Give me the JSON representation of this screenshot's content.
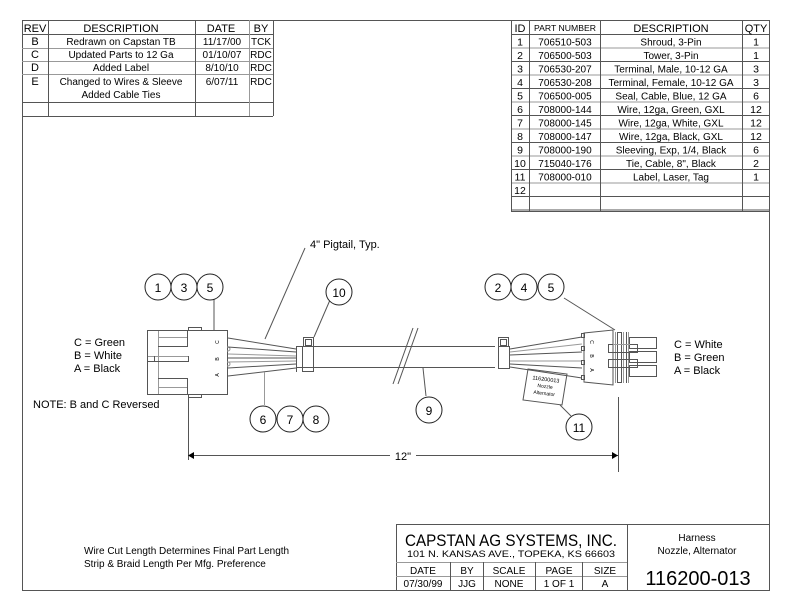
{
  "revision_table": {
    "headers": [
      "REV",
      "DESCRIPTION",
      "DATE",
      "BY"
    ],
    "rows": [
      {
        "rev": "B",
        "description": [
          "Redrawn on Capstan TB"
        ],
        "date": "11/17/00",
        "by": "TCK"
      },
      {
        "rev": "C",
        "description": [
          "Updated Parts to 12 Ga"
        ],
        "date": "01/10/07",
        "by": "RDC"
      },
      {
        "rev": "D",
        "description": [
          "Added Label"
        ],
        "date": "8/10/10",
        "by": "RDC"
      },
      {
        "rev": "E",
        "description": [
          "Changed to Wires & Sleeve",
          "Added Cable Ties"
        ],
        "date": "6/07/11",
        "by": "RDC"
      }
    ]
  },
  "bom_table": {
    "headers": [
      "ID",
      "PART NUMBER",
      "DESCRIPTION",
      "QTY"
    ],
    "rows": [
      {
        "id": "1",
        "part": "706510-503",
        "desc": "Shroud, 3-Pin",
        "qty": "1"
      },
      {
        "id": "2",
        "part": "706500-503",
        "desc": "Tower, 3-Pin",
        "qty": "1"
      },
      {
        "id": "3",
        "part": "706530-207",
        "desc": "Terminal, Male, 10-12 GA",
        "qty": "3"
      },
      {
        "id": "4",
        "part": "706530-208",
        "desc": "Terminal, Female, 10-12 GA",
        "qty": "3"
      },
      {
        "id": "5",
        "part": "706500-005",
        "desc": "Seal, Cable, Blue, 12 GA",
        "qty": "6"
      },
      {
        "id": "6",
        "part": "708000-144",
        "desc": "Wire, 12ga, Green, GXL",
        "qty": "12"
      },
      {
        "id": "7",
        "part": "708000-145",
        "desc": "Wire, 12ga, White, GXL",
        "qty": "12"
      },
      {
        "id": "8",
        "part": "708000-147",
        "desc": "Wire, 12ga, Black, GXL",
        "qty": "12"
      },
      {
        "id": "9",
        "part": "708000-190",
        "desc": "Sleeving, Exp, 1/4, Black",
        "qty": "6"
      },
      {
        "id": "10",
        "part": "715040-176",
        "desc": "Tie, Cable, 8\", Black",
        "qty": "2"
      },
      {
        "id": "11",
        "part": "708000-010",
        "desc": "Label, Laser, Tag",
        "qty": "1"
      },
      {
        "id": "12",
        "part": "",
        "desc": "",
        "qty": ""
      }
    ]
  },
  "drawing": {
    "pigtail_label": "4\" Pigtail, Typ.",
    "left_wire_legend": [
      "C = Green",
      "B = White",
      "A = Black"
    ],
    "right_wire_legend": [
      "C = White",
      "B = Green",
      "A = Black"
    ],
    "note": "NOTE: B and C Reversed",
    "dimension": "12\"",
    "pin_letters": [
      "C",
      "B",
      "A"
    ],
    "label_tag_lines": [
      "116200013",
      "Nozzle",
      "Alternator"
    ],
    "balloons": {
      "left_connector": [
        "1",
        "3",
        "5"
      ],
      "right_connector": [
        "2",
        "4",
        "5"
      ],
      "wires": [
        "6",
        "7",
        "8"
      ],
      "cable_tie": "10",
      "sleeve": "9",
      "label": "11"
    }
  },
  "notes": [
    "Wire Cut Length Determines Final Part Length",
    "Strip & Braid Length Per Mfg. Preference"
  ],
  "title_block": {
    "company": "CAPSTAN AG SYSTEMS, INC.",
    "address": "101 N. KANSAS AVE., TOPEKA, KS 66603",
    "title_lines": [
      "Harness",
      "Nozzle, Alternator"
    ],
    "fields": [
      {
        "label": "DATE",
        "value": "07/30/99"
      },
      {
        "label": "BY",
        "value": "JJG"
      },
      {
        "label": "SCALE",
        "value": "NONE"
      },
      {
        "label": "PAGE",
        "value": "1 OF 1"
      },
      {
        "label": "SIZE",
        "value": "A"
      }
    ],
    "drawing_number": "116200-013"
  }
}
